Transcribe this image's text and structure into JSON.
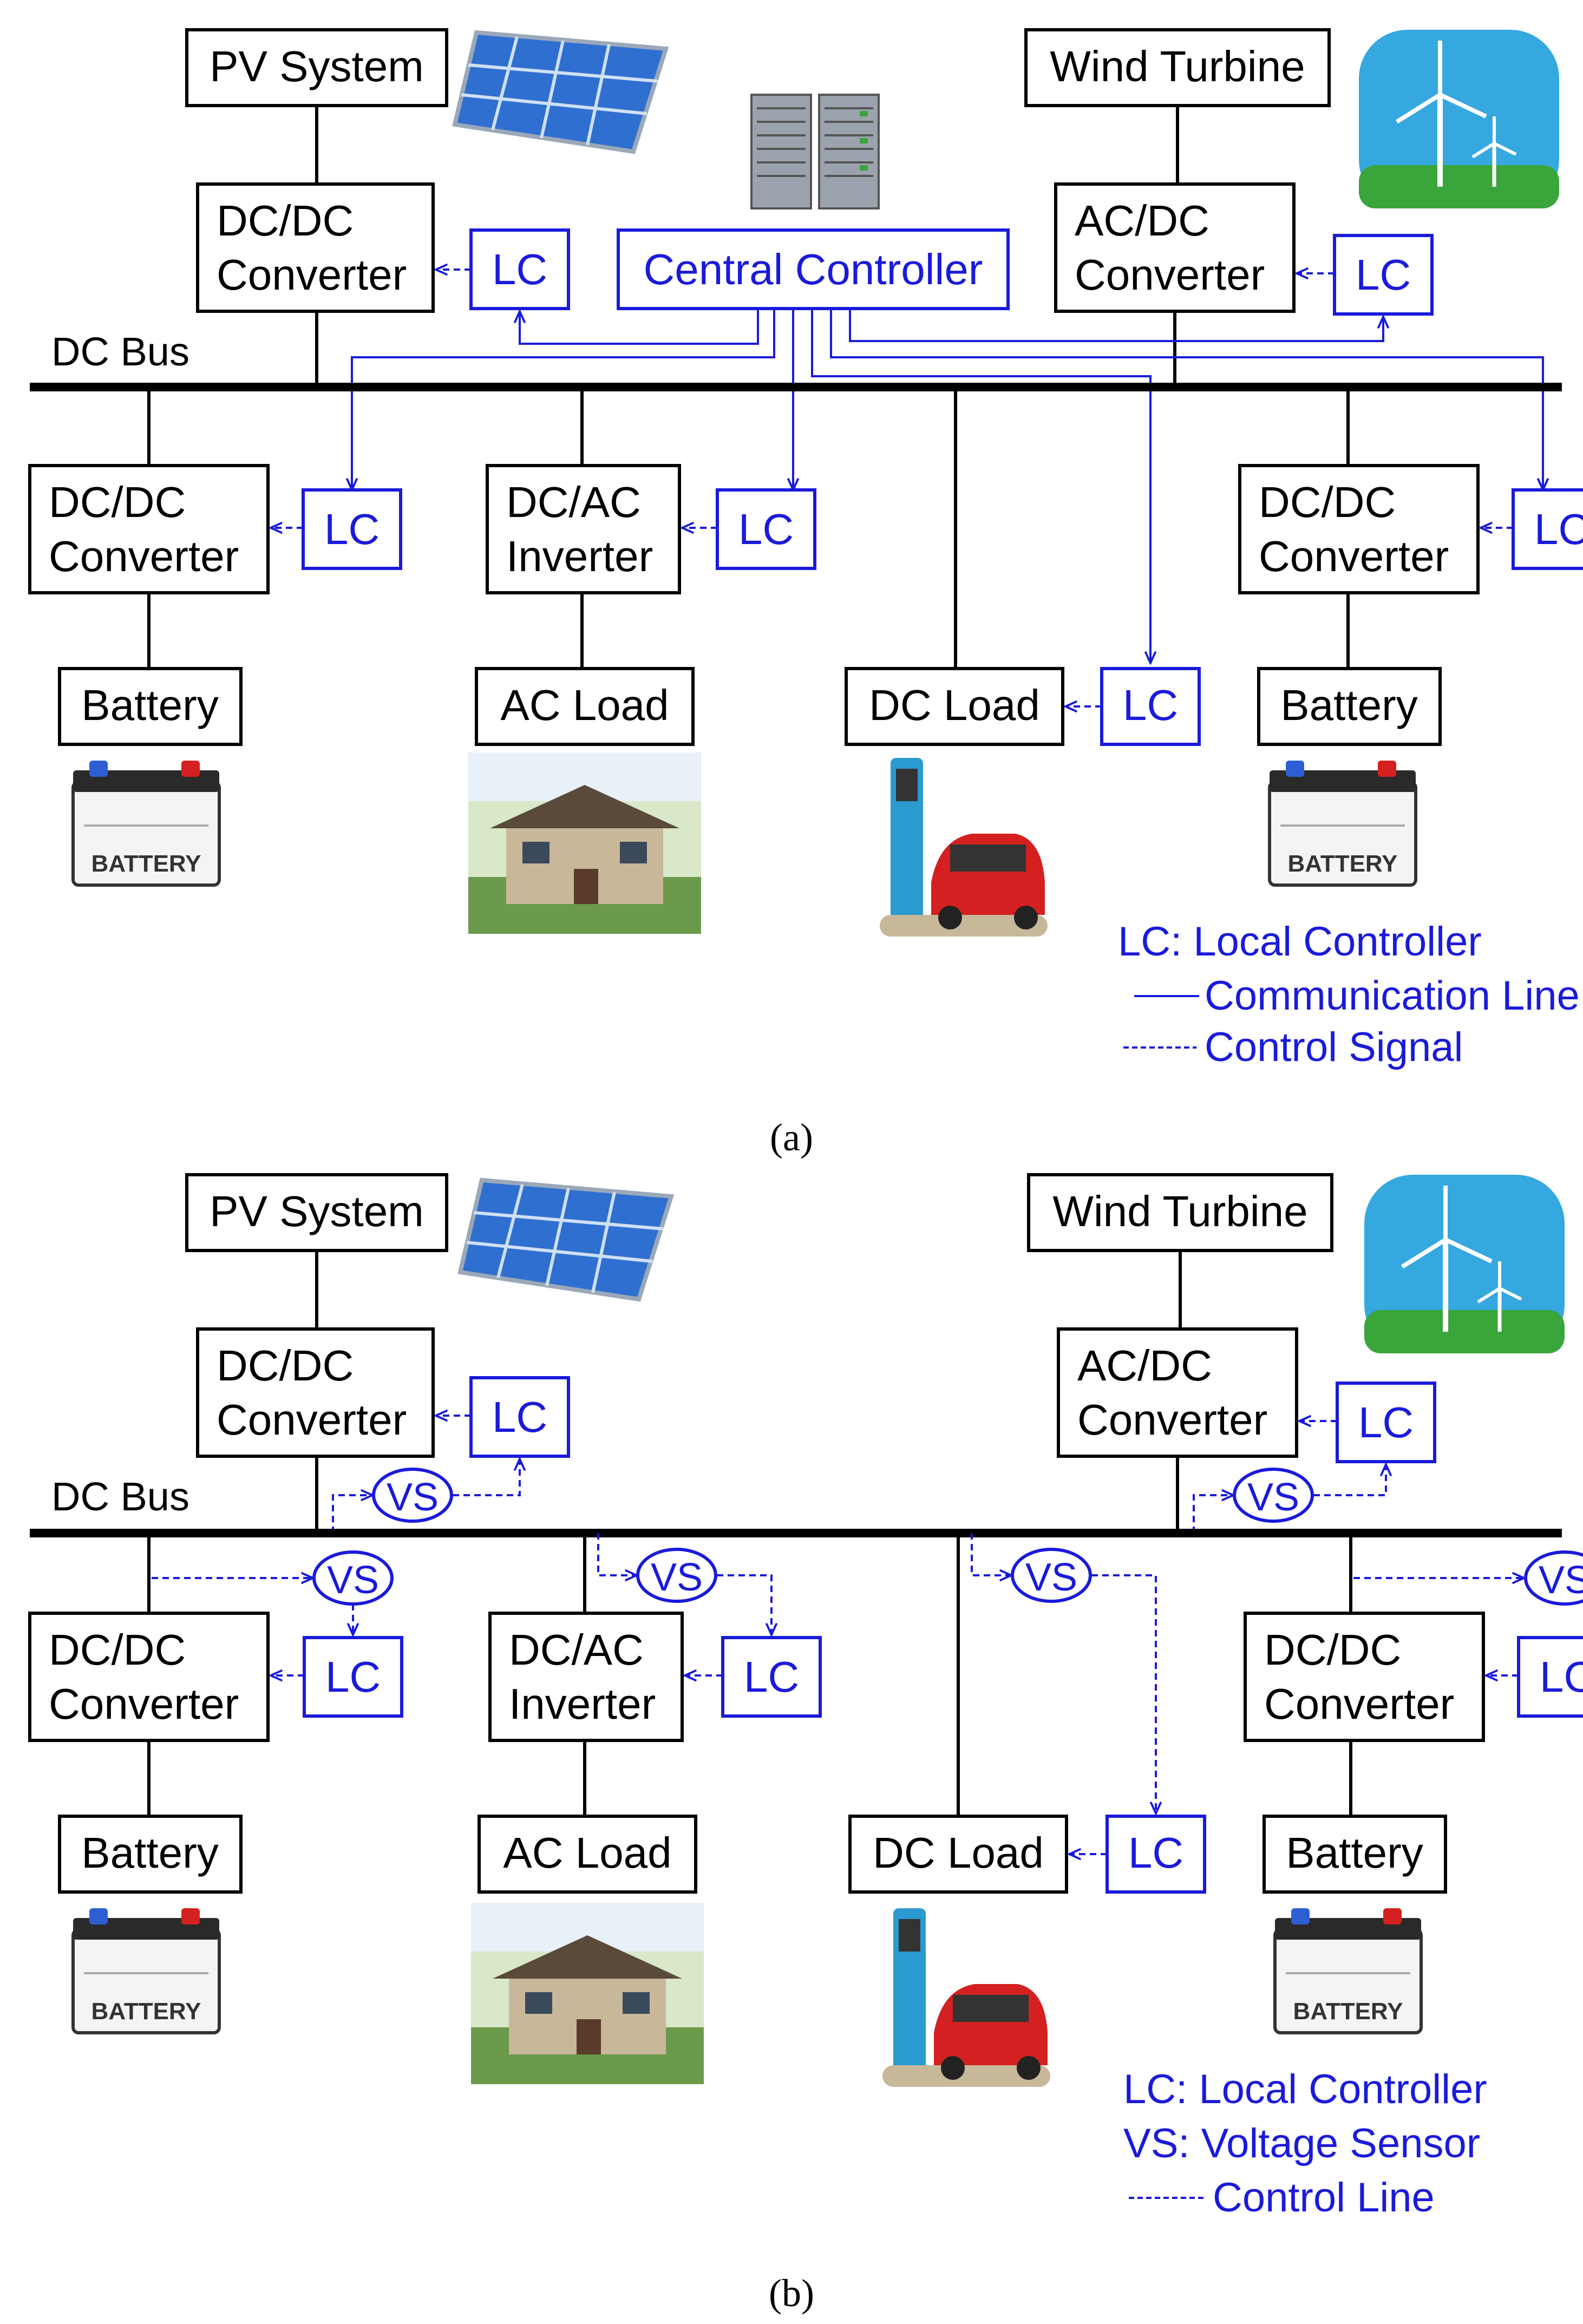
{
  "panel_a": {
    "caption": "(a)",
    "pv_system": "PV System",
    "wind_turbine": "Wind Turbine",
    "dcdc_converter_line1": "DC/DC",
    "dcdc_converter_line2": "Converter",
    "acdc_converter_line1": "AC/DC",
    "acdc_converter_line2": "Converter",
    "central_controller": "Central Controller",
    "dc_bus": "DC Bus",
    "lc": "LC",
    "battery_left_dcdc_line1": "DC/DC",
    "battery_left_dcdc_line2": "Converter",
    "dcac_inverter_line1": "DC/AC",
    "dcac_inverter_line2": "Inverter",
    "battery_right_dcdc_line1": "DC/DC",
    "battery_right_dcdc_line2": "Converter",
    "battery_left": "Battery",
    "ac_load": "AC Load",
    "dc_load": "DC Load",
    "battery_right": "Battery",
    "legend_lc": "LC: Local Controller",
    "legend_comm": "Communication Line",
    "legend_ctrl": "Control Signal",
    "battery_label": "BATTERY"
  },
  "panel_b": {
    "caption": "(b)",
    "pv_system": "PV System",
    "wind_turbine": "Wind Turbine",
    "dcdc_converter_line1": "DC/DC",
    "dcdc_converter_line2": "Converter",
    "acdc_converter_line1": "AC/DC",
    "acdc_converter_line2": "Converter",
    "dc_bus": "DC Bus",
    "lc": "LC",
    "vs": "VS",
    "battery_left_dcdc_line1": "DC/DC",
    "battery_left_dcdc_line2": "Converter",
    "dcac_inverter_line1": "DC/AC",
    "dcac_inverter_line2": "Inverter",
    "battery_right_dcdc_line1": "DC/DC",
    "battery_right_dcdc_line2": "Converter",
    "battery_left": "Battery",
    "ac_load": "AC Load",
    "dc_load": "DC Load",
    "battery_right": "Battery",
    "legend_lc": "LC: Local Controller",
    "legend_vs": "VS: Voltage Sensor",
    "legend_ctrl": "Control Line",
    "battery_label": "BATTERY"
  },
  "colors": {
    "blue": "#1a1adb",
    "black": "#000000",
    "solar": "#2f6fd0",
    "sky": "#35a8e0",
    "grass": "#3aa53a",
    "house_wall": "#c9b79a",
    "house_roof": "#5a4a3a",
    "car": "#d42020"
  },
  "icons": [
    "solar-panel-icon",
    "server-icon",
    "wind-turbine-icon",
    "battery-icon",
    "house-icon",
    "ev-charger-icon"
  ]
}
